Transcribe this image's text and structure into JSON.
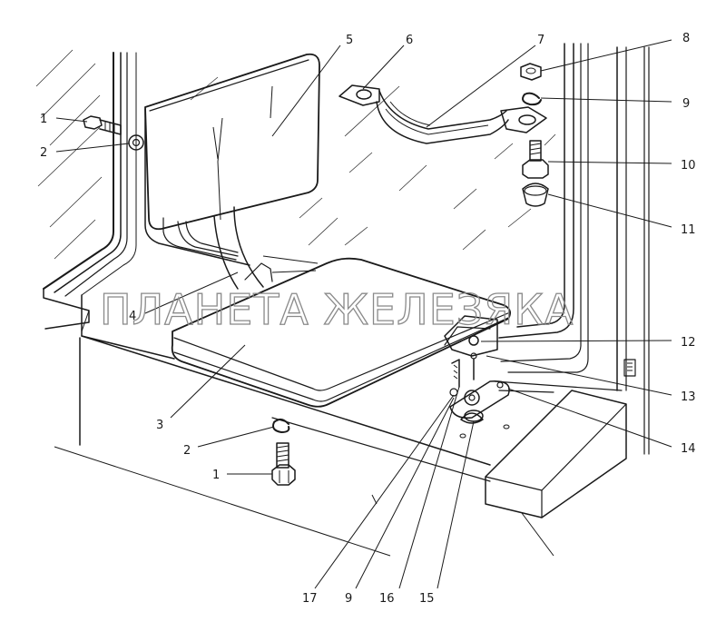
{
  "watermark": "ПЛАНЕТА ЖЕЛЕЗЯКА",
  "callouts": [
    "1",
    "2",
    "5",
    "6",
    "7",
    "8",
    "9",
    "10",
    "11",
    "12",
    "13",
    "14",
    "4",
    "3",
    "2",
    "1",
    "17",
    "9",
    "16",
    "15"
  ]
}
